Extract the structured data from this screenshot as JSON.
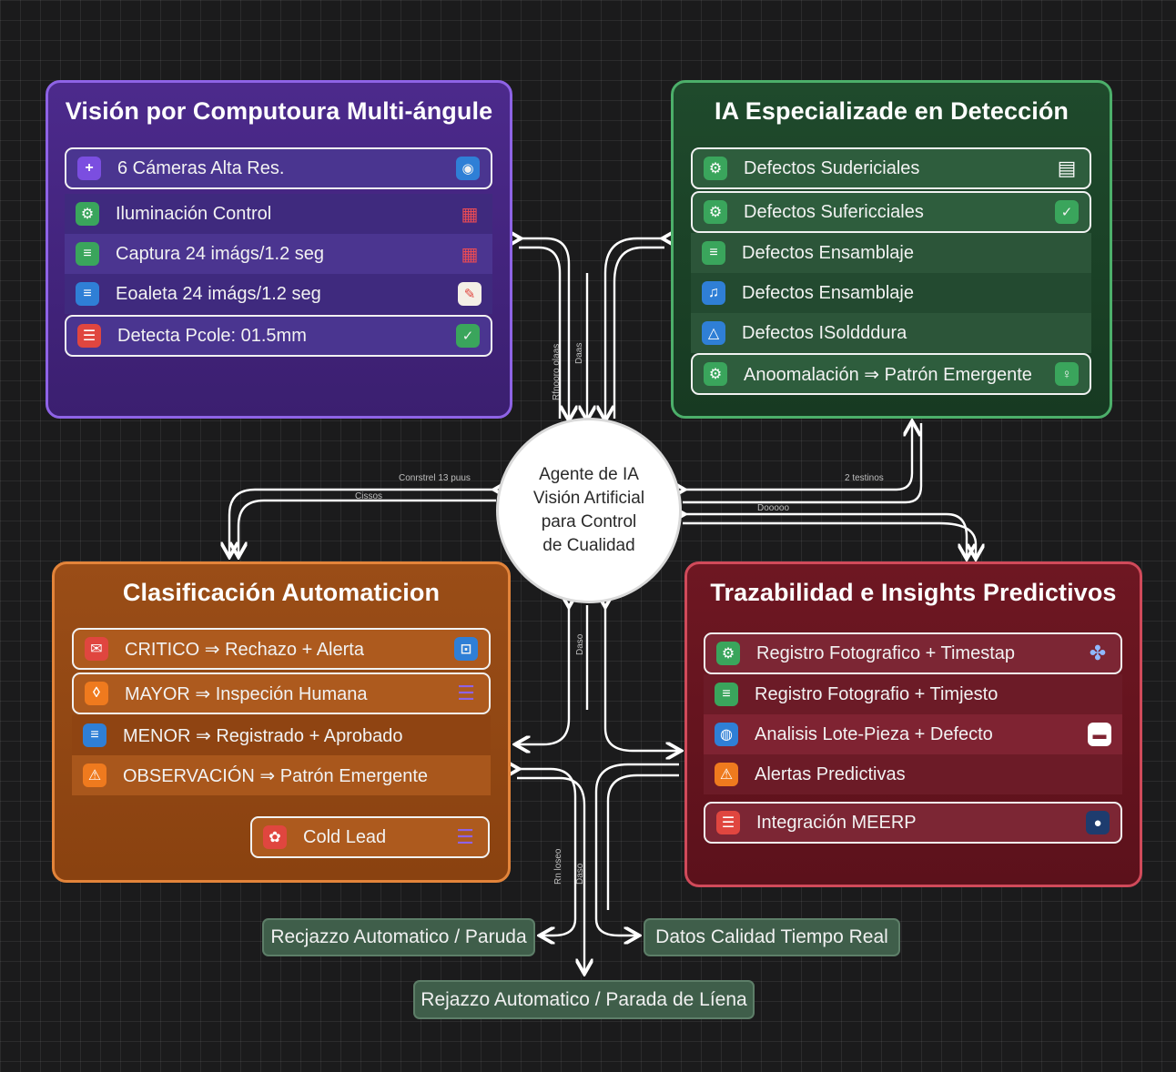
{
  "hub": {
    "lines": [
      "Agente de IA",
      "Visión Artificial",
      "para Control",
      "de Cualidad"
    ]
  },
  "panels": {
    "vision": {
      "title": "Visión por Computoura Multi-ángule",
      "rows": [
        {
          "text": "6 Cámeras Alta Res.",
          "icon": "plus-icon",
          "right_icon": "camera-icon"
        },
        {
          "text": "Iluminación Control",
          "icon": "gear-icon",
          "right_icon": "grid-icon"
        },
        {
          "text": "Captura 24 imágs/1.2 seg",
          "icon": "list-icon",
          "right_icon": "grid-icon"
        },
        {
          "text": "Eoaleta 24 imágs/1.2 seg",
          "icon": "list-icon",
          "right_icon": "pen-icon"
        },
        {
          "text": "Detecta Pcole: 01.5mm",
          "icon": "list-icon",
          "right_icon": "check-icon"
        }
      ]
    },
    "ia": {
      "title": "IA Especializade en Detección",
      "rows": [
        {
          "text": "Defectos Sudericiales",
          "icon": "gear-icon",
          "right_icon": "document-icon"
        },
        {
          "text": "Defectos Sufericciales",
          "icon": "gear-icon",
          "right_icon": "check-icon"
        },
        {
          "text": "Defectos Ensamblaje",
          "icon": "list-icon"
        },
        {
          "text": "Defectos Ensamblaje",
          "icon": "bell-icon"
        },
        {
          "text": "Defectos ISoldddura",
          "icon": "bell-icon"
        },
        {
          "text": "Anoomalación ⇒ Patrón Emergente",
          "icon": "gear-icon",
          "right_icon": "pin-icon"
        }
      ]
    },
    "clas": {
      "title": "Clasificación Automaticion",
      "rows": [
        {
          "text": "CRITICO ⇒ Rechazo + Alerta",
          "icon": "mail-icon",
          "right_icon": "lock-icon"
        },
        {
          "text": "MAYOR ⇒ Inspeción Humana",
          "icon": "bulb-icon",
          "right_icon": "bars-icon"
        },
        {
          "text": "MENOR ⇒ Registrado + Aprobado",
          "icon": "list-icon"
        },
        {
          "text": "OBSERVACIÓN ⇒ Patrón Emergente",
          "icon": "warning-icon"
        }
      ],
      "extra": {
        "text": "Cold Lead",
        "icon": "leaf-icon",
        "right_icon": "bars-icon"
      }
    },
    "traz": {
      "title": "Trazabilidad e Insights Predictivos",
      "rows": [
        {
          "text": "Registro Fotografico + Timestap",
          "icon": "gear-icon",
          "right_icon": "puzzle-icon"
        },
        {
          "text": "Registro Fotografio + Timjesto",
          "icon": "list-icon"
        },
        {
          "text": "Analisis Lote-Pieza + Defecto",
          "icon": "globe-icon",
          "right_icon": "chat-icon"
        },
        {
          "text": "Alertas Predictivas",
          "icon": "warning-icon"
        }
      ],
      "extra": {
        "text": "Integración MEERP",
        "icon": "list-icon",
        "right_icon": "chat-icon"
      }
    }
  },
  "outputs": {
    "left": "Recjazzo Automatico / Paruda",
    "right": "Datos Calidad Tiempo Real",
    "bottom": "Rejazzo Automatico / Parada de Líena"
  },
  "connector_labels": {
    "top_a": "Rfnooro olaas",
    "top_b": "Daas",
    "left_a": "Conrstrel 13 puus",
    "left_b": "Cissos",
    "right_a": "2 testinos",
    "right_b": "Dooooo",
    "bottom_a": "Daso",
    "bottom_b": "Rn loseo",
    "bottom_c": "Daso"
  },
  "colors": {
    "vision": "#8e63e6",
    "ia": "#4caf6a",
    "clas": "#e3843a",
    "traz": "#d14a5a",
    "badge_purple": "#7b4ee0",
    "badge_green": "#3aa55c",
    "badge_blue": "#2f7fd6",
    "badge_red": "#e0463f",
    "badge_orange": "#ef7a1e"
  }
}
